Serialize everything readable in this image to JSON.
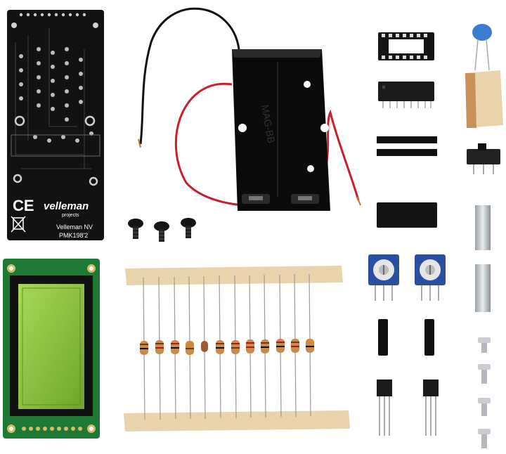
{
  "pcb": {
    "brand": "velleman",
    "brand_sub": "projects",
    "maker": "Velleman NV",
    "model": "PMK198'2",
    "ce_mark": "CE"
  },
  "battery_holder": {
    "embossed_text": "MAG-BB"
  },
  "colors": {
    "pcb": "#111111",
    "battery_holder": "#0b0b0b",
    "red_wire": "#c8202a",
    "lcd_glass": "#8fc53a",
    "lcd_pcb": "#1c7a34",
    "tape": "#e9d3ad",
    "capacitor": "#3b7bd0",
    "pot_body": "#2a4fa0"
  },
  "components": [
    "pcb-board",
    "battery-holder",
    "screws",
    "lcd-module",
    "resistor-strip",
    "ic-socket",
    "ic-chip",
    "pin-headers",
    "female-header",
    "capacitor",
    "slide-switch",
    "trimmer-potentiometers",
    "standoffs",
    "transistors",
    "bolts"
  ]
}
